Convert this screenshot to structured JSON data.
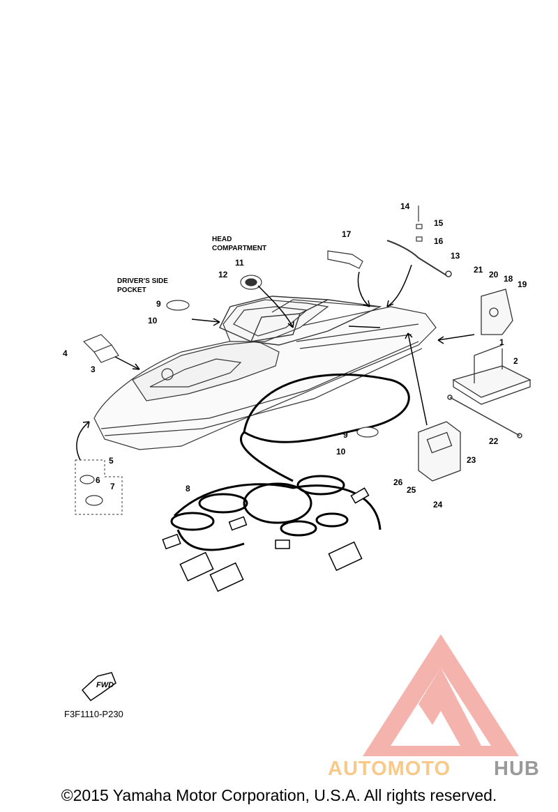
{
  "diagram": {
    "labels": {
      "head_compartment_line1": "HEAD",
      "head_compartment_line2": "COMPARTMENT",
      "drivers_side_line1": "DRIVER'S SIDE",
      "drivers_side_line2": "POCKET",
      "fwd": "FWD",
      "figure_code": "F3F1110-P230"
    },
    "callouts": [
      "1",
      "2",
      "3",
      "4",
      "5",
      "6",
      "7",
      "8",
      "9",
      "9",
      "10",
      "10",
      "11",
      "12",
      "13",
      "14",
      "15",
      "16",
      "17",
      "18",
      "19",
      "20",
      "21",
      "22",
      "23",
      "24",
      "25",
      "26"
    ]
  },
  "watermark": {
    "brand_part1": "AUTOMOTO",
    "brand_part2": "HUB",
    "colors": {
      "triangle": "#f4a6a0",
      "auto": "#f9c98a",
      "hub": "#9a9a9a"
    }
  },
  "footer": {
    "copyright": "©2015 Yamaha Motor Corporation, U.S.A. All rights reserved."
  }
}
